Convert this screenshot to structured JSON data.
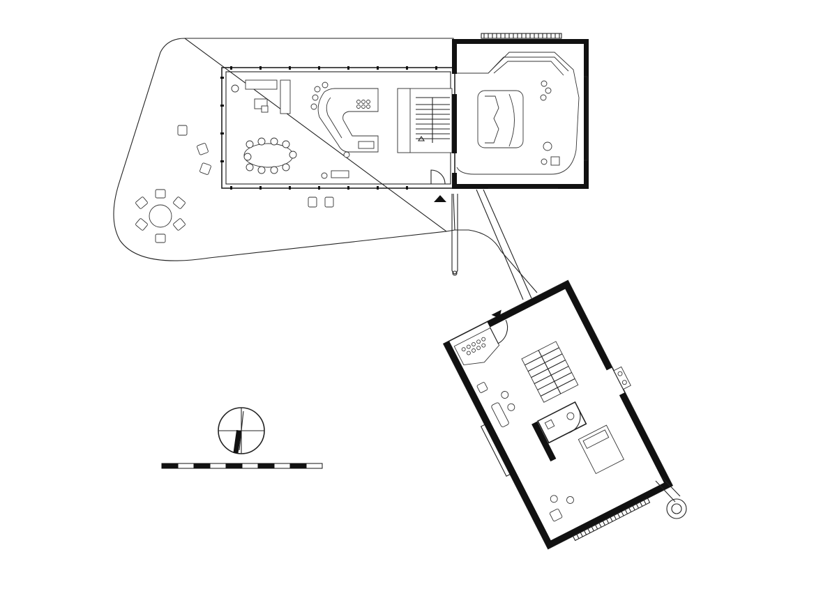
{
  "drawing": {
    "type": "architectural-floor-plan",
    "colors": {
      "background": "#ffffff",
      "line": "#222222",
      "wall": "#111111"
    },
    "scale_bar_segments": 10,
    "north_arrow": "compass-circle-quadrants"
  }
}
